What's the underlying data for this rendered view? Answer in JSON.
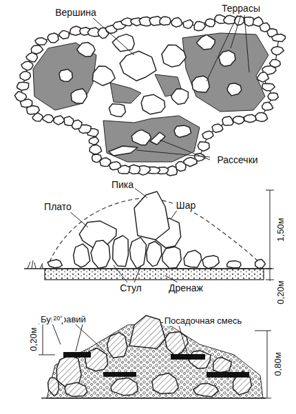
{
  "diagram": {
    "labels": [
      "Вершина",
      "Террасы",
      "Рассечки",
      "Пика",
      "Плато",
      "Шар",
      "1,50м",
      "Стул",
      "Дренаж",
      "0,20м",
      "Буг. гравий",
      "Посадочная смесь",
      "0,20м",
      "20°",
      "0,80м"
    ]
  }
}
